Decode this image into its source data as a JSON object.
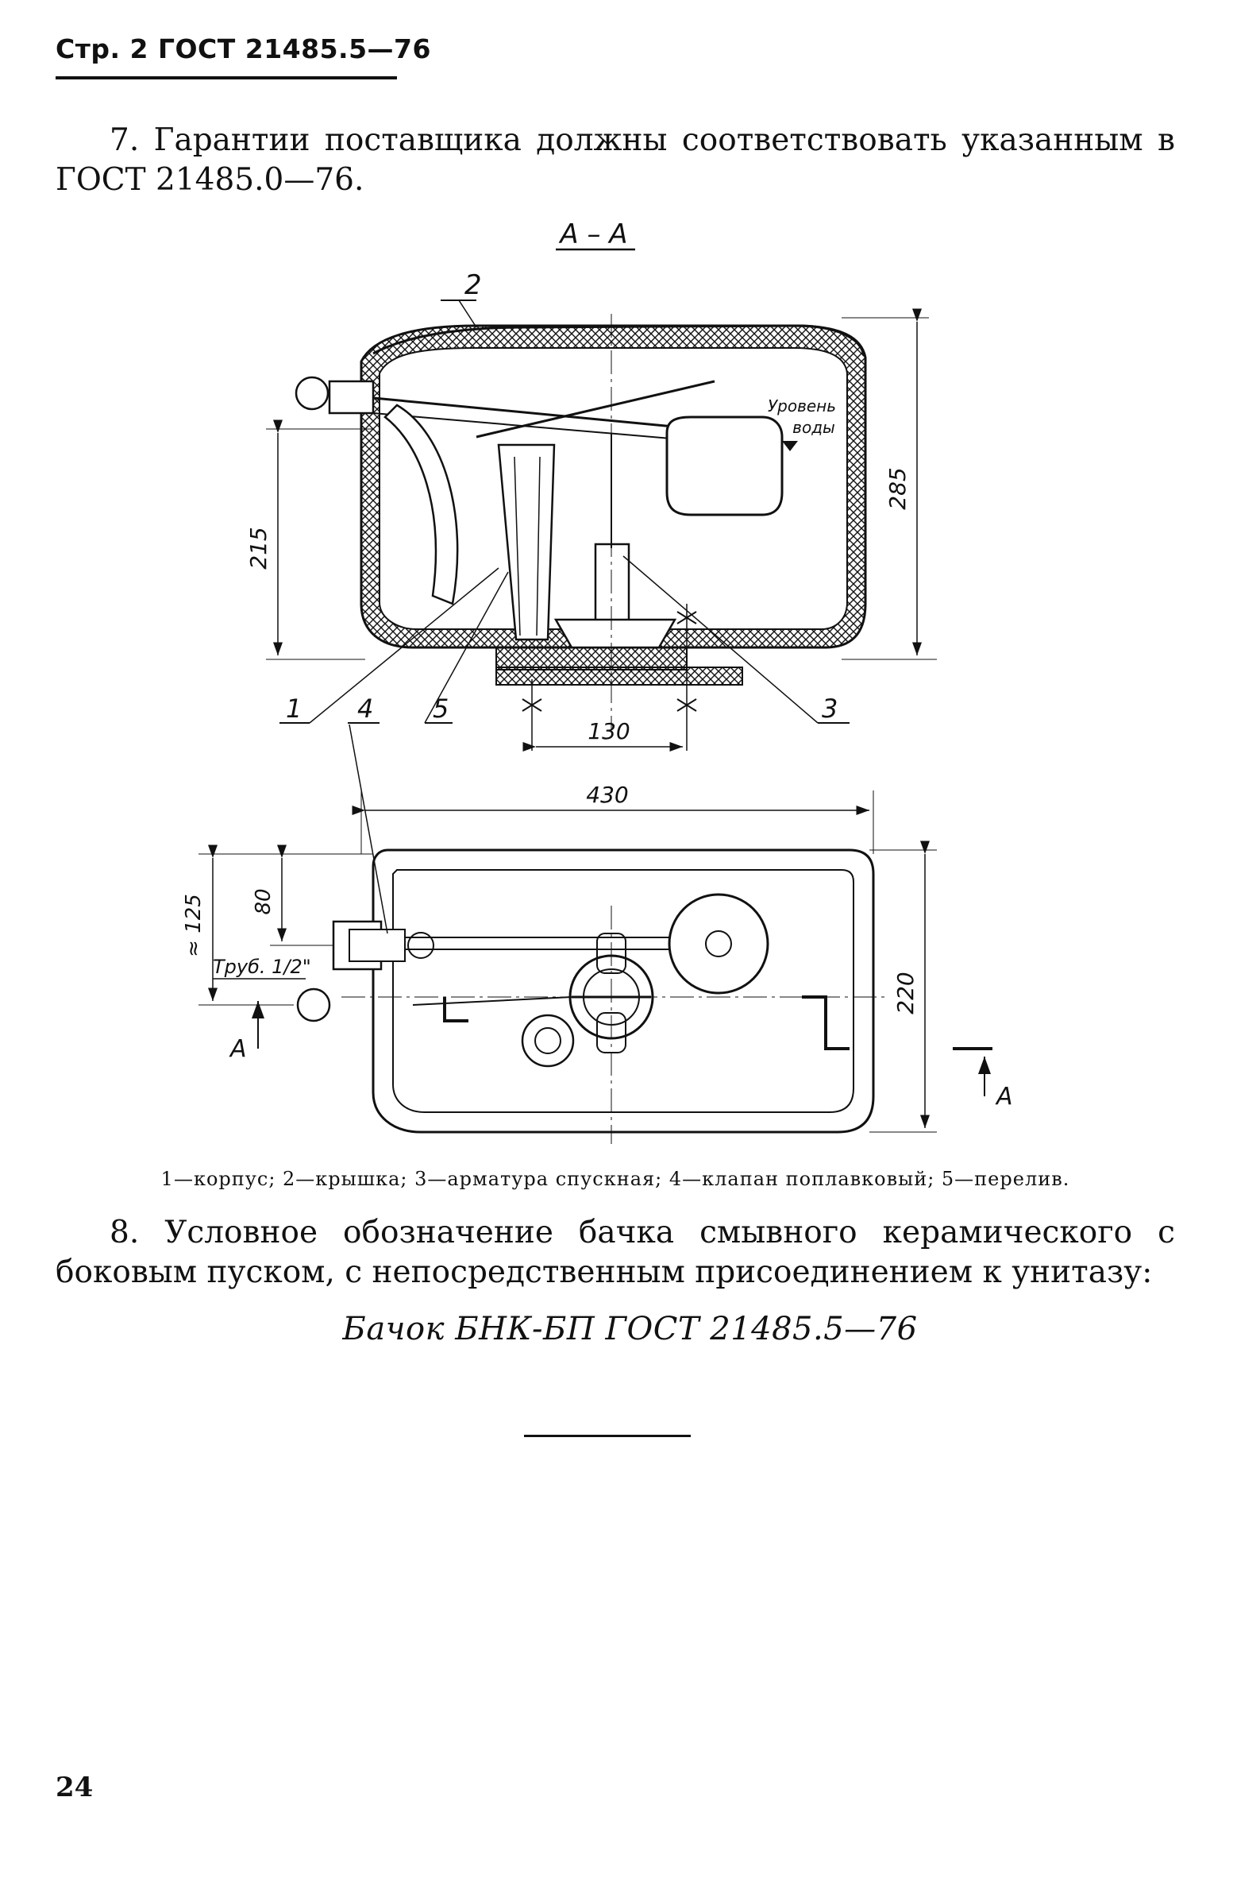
{
  "header": {
    "title": "Стр. 2 ГОСТ 21485.5—76"
  },
  "clause7": {
    "number": "7.",
    "text": "Гарантии поставщика должны соответствовать указанным в ГОСТ 21485.0—76."
  },
  "figure": {
    "section_label": "А – А",
    "callouts": [
      "1",
      "2",
      "3",
      "4",
      "5"
    ],
    "water_level_line1": "Уровень",
    "water_level_line2": "воды",
    "dimensions": {
      "height_total": "285",
      "height_inlet": "215",
      "bolt_spacing": "130",
      "length": "430",
      "width": "220",
      "approx_inlet": "≈ 125",
      "inlet_offset": "80",
      "pipe": "Труб. 1/2\""
    },
    "cut_marker_left": "А",
    "cut_marker_right": "А",
    "caption": "1—корпус;  2—крышка;  3—арматура спускная;  4—клапан поплавковый;  5—перелив."
  },
  "clause8": {
    "number": "8.",
    "text": "Условное обозначение бачка смывного керамического с боковым пуском, с непосредственным присоединением к унитазу:"
  },
  "designation": "Бачок БНК-БП ГОСТ 21485.5—76",
  "page_number": "24"
}
